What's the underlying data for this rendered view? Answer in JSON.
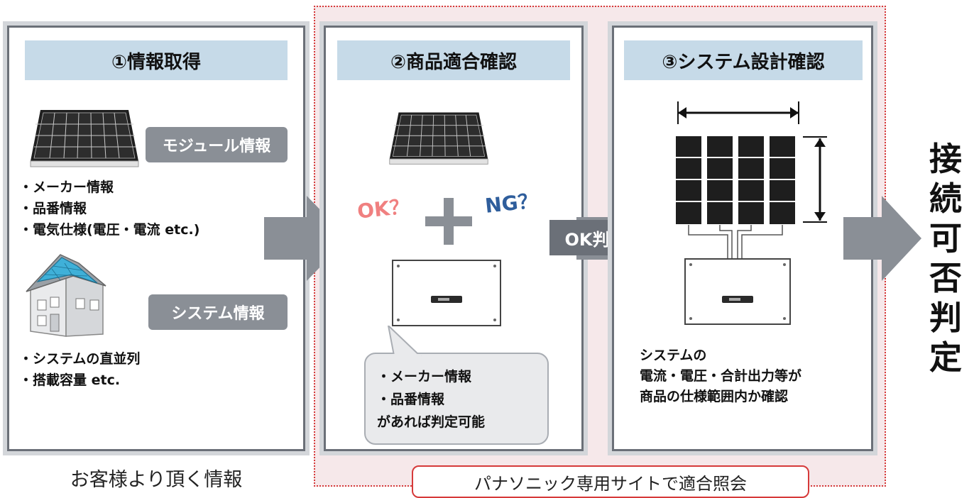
{
  "panel1": {
    "title": "①情報取得",
    "module_tag": "モジュール情報",
    "module_items": [
      "・メーカー情報",
      "・品番情報",
      "・電気仕様(電圧・電流 etc.)"
    ],
    "system_tag": "システム情報",
    "system_items": [
      "・システムの直並列",
      "・搭載容量 etc."
    ],
    "caption": "お客様より頂く情報"
  },
  "panel2": {
    "title": "②商品適合確認",
    "ok": "OK？",
    "ng": "NG？",
    "bubble": [
      "・メーカー情報",
      "・品番情報",
      "があれば判定可能"
    ]
  },
  "arrow2": {
    "label": "OK判定"
  },
  "panel3": {
    "title": "③システム設計確認",
    "desc": [
      "システムの",
      "電流・電圧・合計出力等が",
      "商品の仕様範囲内か確認"
    ]
  },
  "site_label": "パナソニック専用サイトで適合照会",
  "result": [
    "接",
    "続",
    "可",
    "否",
    "判",
    "定"
  ],
  "colors": {
    "header_bg": "#c6dae8",
    "arrow": "#8a8f96",
    "red_border": "#d63a3a",
    "zone_bg": "#f6e8ea",
    "ok": "#f08080",
    "ng": "#2f5e9c"
  }
}
